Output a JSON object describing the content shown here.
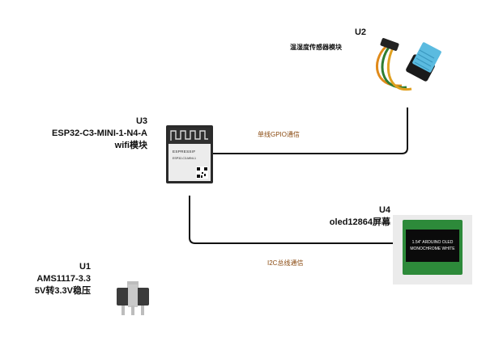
{
  "components": {
    "u1": {
      "ref": "U1",
      "part": "AMS1117-3.3",
      "desc": "5V转3.3V稳压"
    },
    "u2": {
      "ref": "U2",
      "desc": "温湿度传感器模块"
    },
    "u3": {
      "ref": "U3",
      "part": "ESP32-C3-MINI-1-N4-A",
      "desc": "wifi模块",
      "chip_brand": "ESPRESSIF",
      "chip_model": "ESP32-C3-MINI-1"
    },
    "u4": {
      "ref": "U4",
      "desc": "oled12864屏幕",
      "screen_line1": "1.54\" ARDUINO OLED",
      "screen_line2": "MONOCHROME WHITE"
    }
  },
  "nets": {
    "gpio": "单线GPIO通信",
    "i2c": "I2C总线通信"
  },
  "colors": {
    "wire": "#111111",
    "net_label": "#8a4a10"
  }
}
